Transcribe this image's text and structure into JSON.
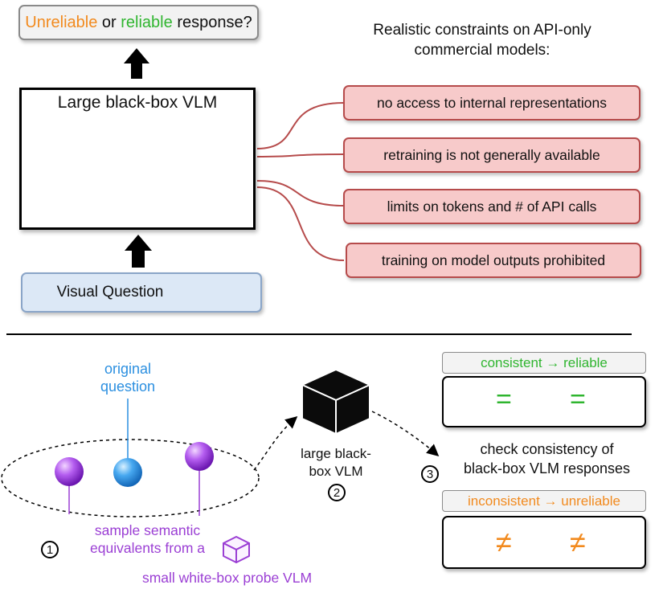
{
  "response_box": {
    "unreliable": "Unreliable",
    "or": "or",
    "reliable": "reliable",
    "rest": "response?"
  },
  "vlm_box": {
    "title": "Large black-box VLM"
  },
  "visual_question": {
    "label": "Visual Question"
  },
  "constraints": {
    "title_line1": "Realistic constraints on API-only",
    "title_line2": "commercial models:",
    "items": [
      "no access to internal representations",
      "retraining is not generally available",
      "limits on tokens and # of API calls",
      "training on model outputs prohibited"
    ]
  },
  "bottom": {
    "original_question_line1": "original",
    "original_question_line2": "question",
    "large_vlm_line1": "large black-",
    "large_vlm_line2": "box VLM",
    "sample_line1": "sample semantic",
    "sample_line2": "equivalents from a",
    "sample_line3": "small white-box probe VLM",
    "step1": "1",
    "step2": "2",
    "step3": "3",
    "consistent": "consistent → reliable",
    "inconsistent": "inconsistent → unreliable",
    "check_line1": "check consistency of",
    "check_line2": "black-box VLM responses",
    "equals": "=",
    "not_equals": "≠"
  },
  "colors": {
    "orange": "#f28a1e",
    "green": "#2fb52f",
    "purple": "#9b3fd4",
    "blue": "#2b8fe0",
    "pink_fill": "#f7caca",
    "pink_border": "#b64b4b",
    "vq_fill": "#dce8f6"
  }
}
